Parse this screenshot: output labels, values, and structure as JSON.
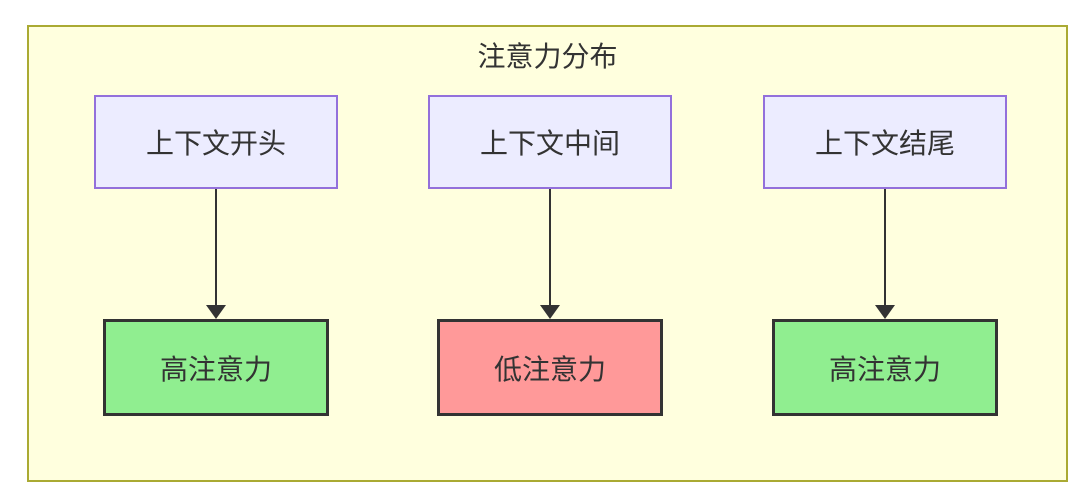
{
  "diagram": {
    "type": "flowchart",
    "title": "注意力分布",
    "columns": [
      {
        "source": "上下文开头",
        "target": "高注意力",
        "attention_level": "high"
      },
      {
        "source": "上下文中间",
        "target": "低注意力",
        "attention_level": "low"
      },
      {
        "source": "上下文结尾",
        "target": "高注意力",
        "attention_level": "high"
      }
    ],
    "edges": [
      {
        "from": "上下文开头",
        "to": "高注意力",
        "style": "arrow-down"
      },
      {
        "from": "上下文中间",
        "to": "低注意力",
        "style": "arrow-down"
      },
      {
        "from": "上下文结尾",
        "to": "高注意力",
        "style": "arrow-down"
      }
    ],
    "colors": {
      "page_background": "#FFFFFF",
      "group_background": "#FFFFDE",
      "group_border": "#AAAA33",
      "source_fill": "#ECECFF",
      "source_border": "#9370DB",
      "high_attention_fill": "#90EE90",
      "low_attention_fill": "#FF9999",
      "target_border": "#333333",
      "arrow": "#333333",
      "text": "#333333"
    }
  }
}
